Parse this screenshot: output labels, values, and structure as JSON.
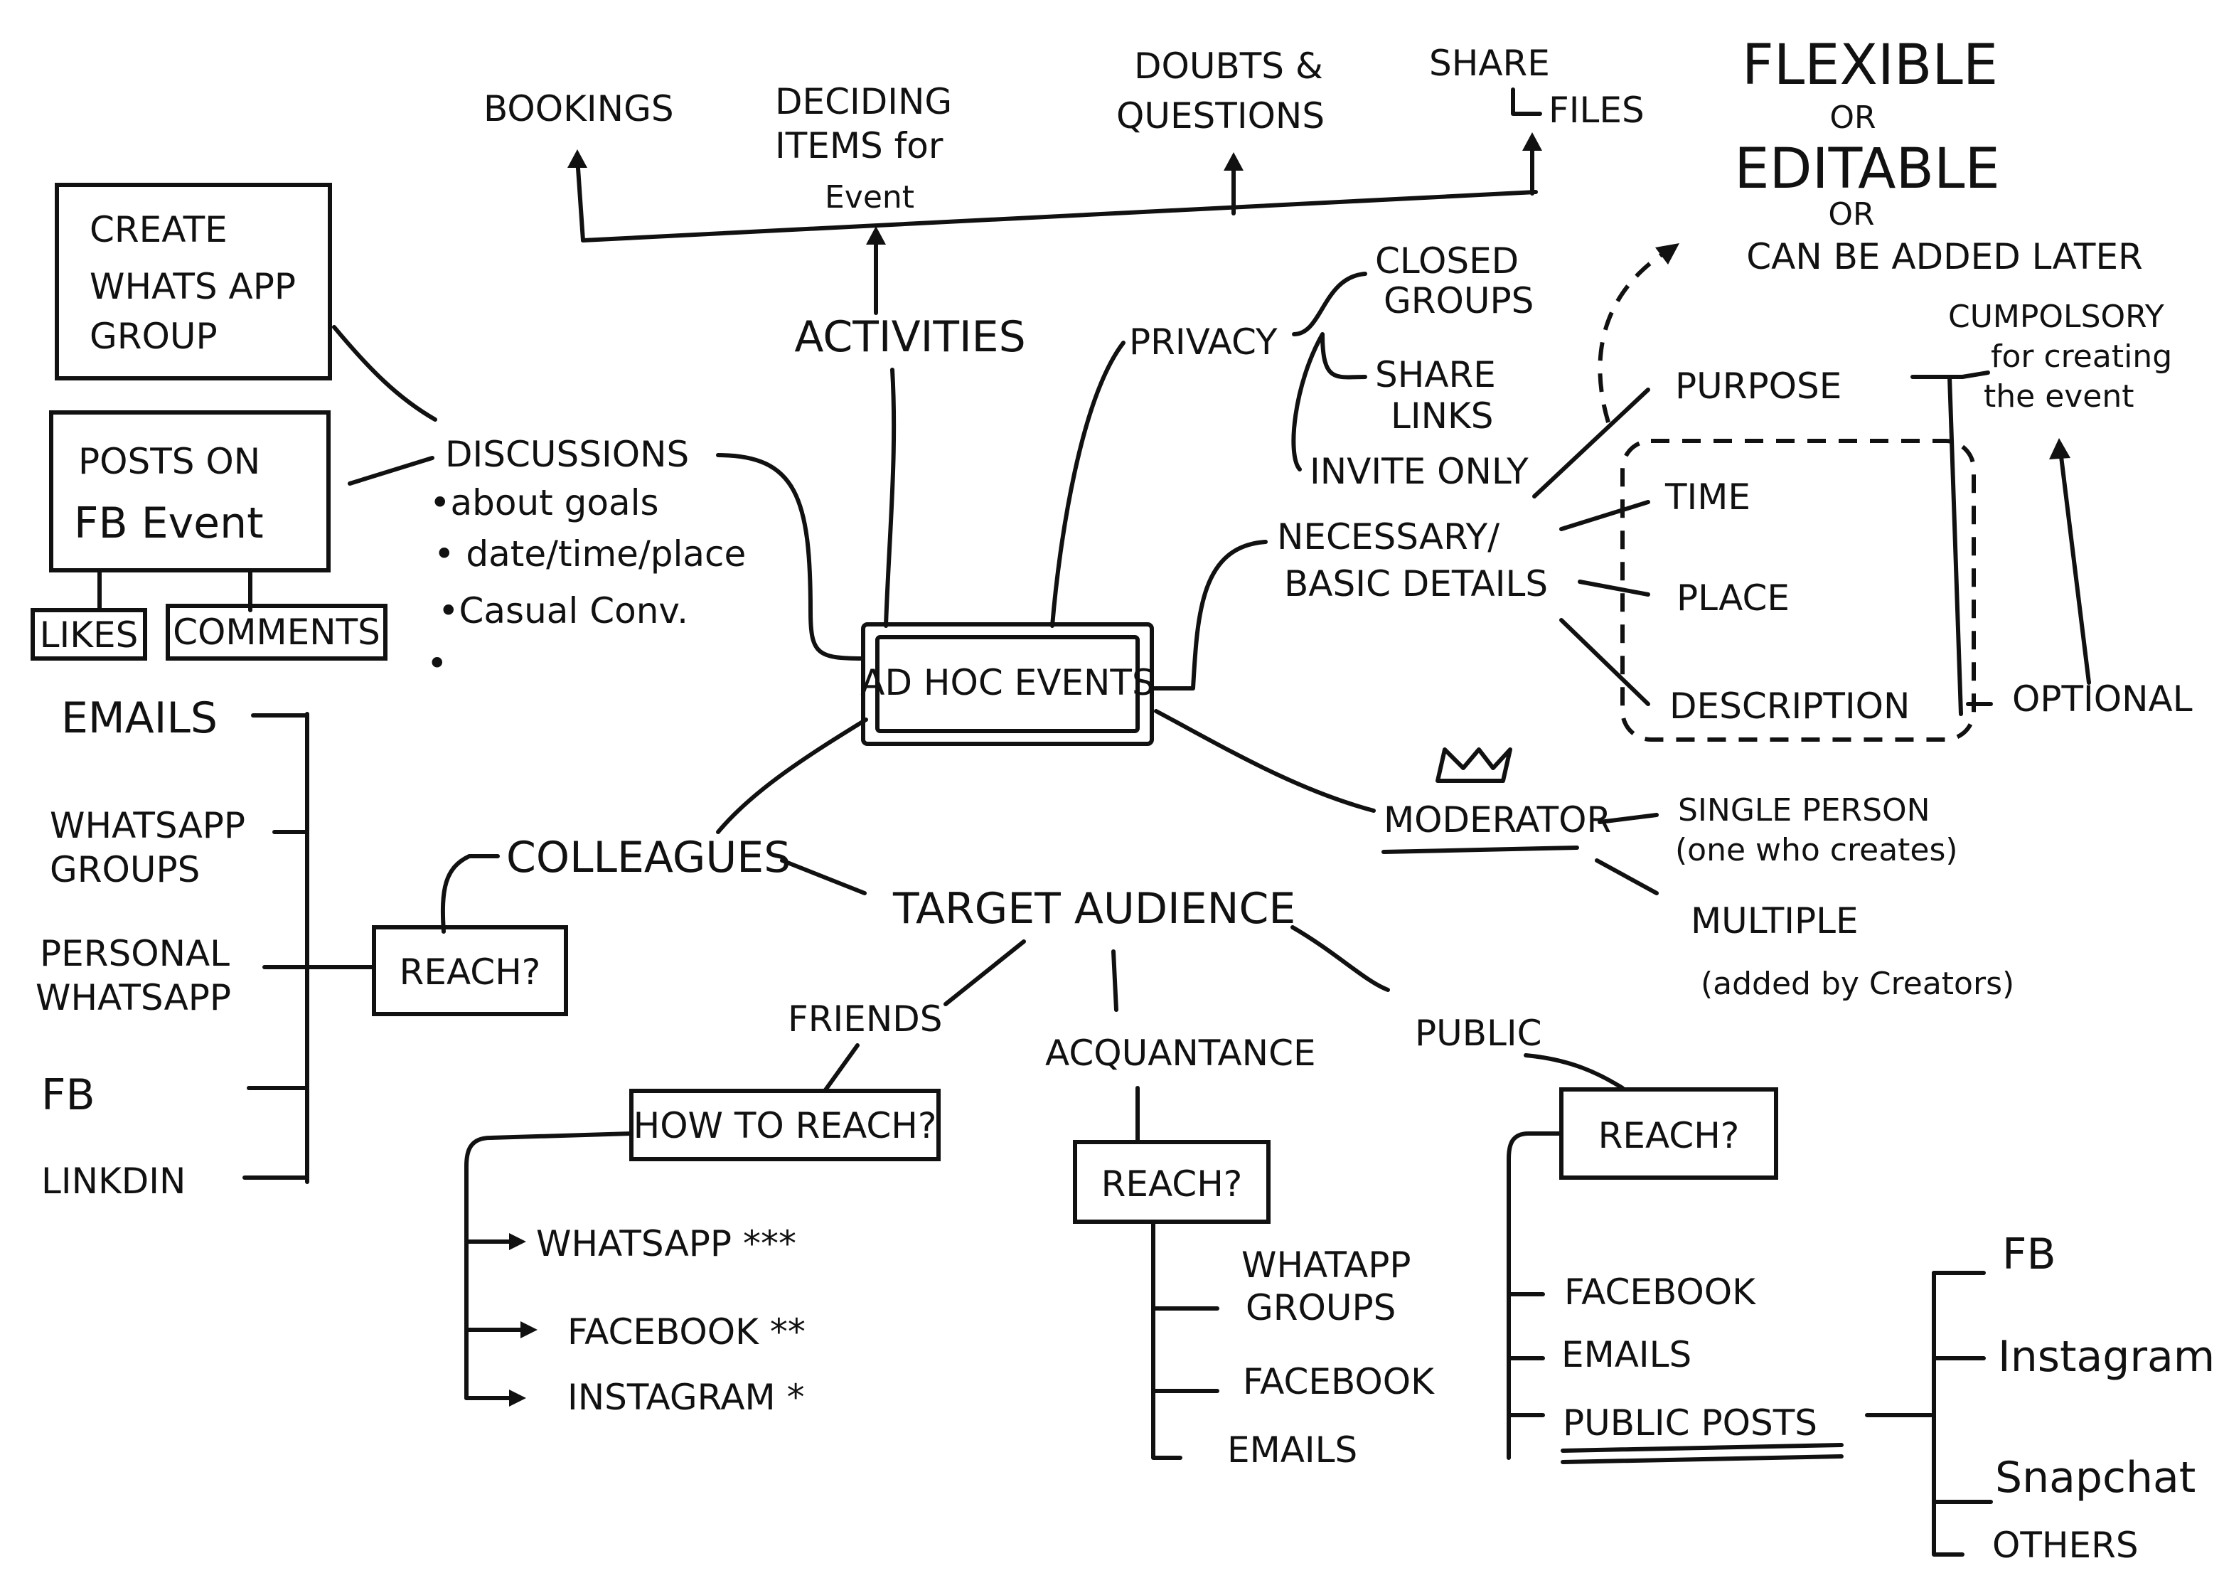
{
  "center": "AD HOC EVENTS",
  "activities": {
    "label": "ACTIVITIES",
    "items": [
      "BOOKINGS",
      "DECIDING",
      "ITEMS for",
      "Event",
      "DOUBTS &",
      "QUESTIONS",
      "SHARE",
      "FILES"
    ]
  },
  "flexible": [
    "FLEXIBLE",
    "OR",
    "EDITABLE",
    "OR",
    "CAN BE ADDED LATER"
  ],
  "privacy": {
    "label": "PRIVACY",
    "items": [
      "CLOSED",
      "GROUPS",
      "SHARE",
      "LINKS",
      "INVITE ONLY"
    ]
  },
  "details": {
    "label_lines": [
      "NECESSARY/",
      "BASIC DETAILS"
    ],
    "items": [
      "PURPOSE",
      "TIME",
      "PLACE",
      "DESCRIPTION"
    ],
    "compulsory": [
      "CUMPOLSORY",
      "for creating",
      "the event"
    ],
    "optional": "OPTIONAL"
  },
  "moderator": {
    "label": "MODERATOR",
    "single": [
      "SINGLE PERSON",
      "(one who creates)"
    ],
    "multiple": [
      "MULTIPLE",
      "(added by Creators)"
    ]
  },
  "discussions": {
    "label": "DISCUSSIONS",
    "bullets": [
      "•about goals",
      "• date/time/place",
      "•Casual Conv.",
      "•"
    ],
    "whatsapp_box": [
      "CREATE",
      "WHATS APP",
      "GROUP"
    ],
    "fb_box": [
      "POSTS ON",
      "FB Event"
    ],
    "likes": "LIKES",
    "comments": "COMMENTS"
  },
  "colleagues": {
    "label": "COLLEAGUES",
    "reach": "REACH?",
    "channels": [
      "EMAILS",
      "WHATSAPP",
      "GROUPS",
      "PERSONAL",
      "WHATSAPP",
      "FB",
      "LINKDIN"
    ]
  },
  "target_audience": "TARGET AUDIENCE",
  "friends": {
    "label": "FRIENDS",
    "reach": "HOW TO REACH?",
    "channels": [
      "WHATSAPP ***",
      "FACEBOOK **",
      "INSTAGRAM *"
    ]
  },
  "acquaintance": {
    "label": "ACQUANTANCE",
    "reach": "REACH?",
    "channels": [
      "WHATAPP",
      "GROUPS",
      "FACEBOOK",
      "EMAILS"
    ]
  },
  "public": {
    "label": "PUBLIC",
    "reach": "REACH?",
    "channels": [
      "FACEBOOK",
      "EMAILS",
      "PUBLIC POSTS"
    ],
    "public_posts": [
      "FB",
      "Instagram",
      "Snapchat",
      "OTHERS"
    ]
  }
}
